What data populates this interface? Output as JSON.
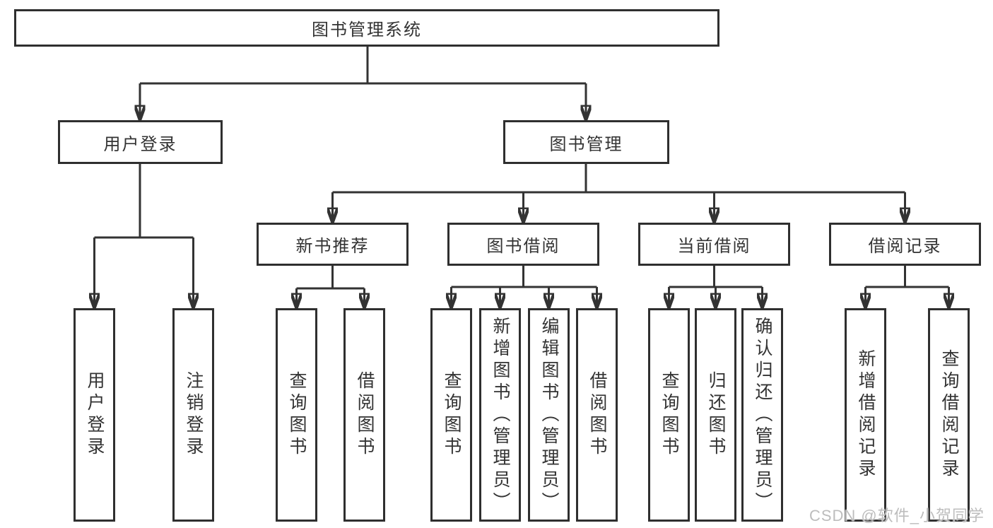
{
  "diagram_type": "hierarchy",
  "colors": {
    "line": "#333333",
    "box_border": "#2f2f2f",
    "box_fill": "#ffffff",
    "text": "#333333",
    "watermark_text": "#bdbdbd",
    "background": "#ffffff"
  },
  "tree": {
    "label": "图书管理系统",
    "children": [
      {
        "label": "用户登录",
        "children": [
          {
            "label": "用户登录"
          },
          {
            "label": "注销登录"
          }
        ]
      },
      {
        "label": "图书管理",
        "children": [
          {
            "label": "新书推荐",
            "children": [
              {
                "label": "查询图书"
              },
              {
                "label": "借阅图书"
              }
            ]
          },
          {
            "label": "图书借阅",
            "children": [
              {
                "label": "查询图书"
              },
              {
                "label": "新增图书（管理员）"
              },
              {
                "label": "编辑图书（管理员）"
              },
              {
                "label": "借阅图书"
              }
            ]
          },
          {
            "label": "当前借阅",
            "children": [
              {
                "label": "查询图书"
              },
              {
                "label": "归还图书"
              },
              {
                "label": "确认归还（管理员）"
              }
            ]
          },
          {
            "label": "借阅记录",
            "children": [
              {
                "label": "新增借阅记录"
              },
              {
                "label": "查询借阅记录"
              }
            ]
          }
        ]
      }
    ]
  },
  "watermark": "CSDN @软件_小贺同学"
}
